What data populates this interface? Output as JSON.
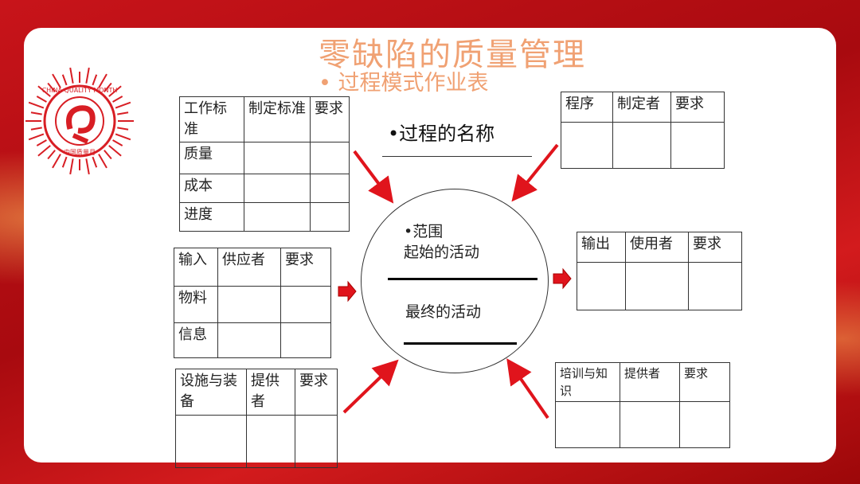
{
  "title": "零缺陷的质量管理",
  "subtitle": "• 过程模式作业表",
  "logo": {
    "text": "CHINA QUALITY MONTH",
    "cn_text": "中国质量月"
  },
  "process": {
    "name": "•过程的名称",
    "scope": "•范围",
    "start_activity": "起始的活动",
    "end_activity": "最终的活动"
  },
  "tables": {
    "work_standard": {
      "header": [
        "工作标准",
        "制定标准",
        "要求"
      ],
      "rows": [
        "质量",
        "成本",
        "进度"
      ]
    },
    "procedure": {
      "header": [
        "程序",
        "制定者",
        "要求"
      ]
    },
    "input": {
      "header": [
        "输入",
        "供应者",
        "要求"
      ],
      "rows": [
        "物料",
        "信息"
      ]
    },
    "output": {
      "header": [
        "输出",
        "使用者",
        "要求"
      ]
    },
    "facilities": {
      "header": [
        "设施与装备",
        "提供者",
        "要求"
      ]
    },
    "training": {
      "header": [
        "培训与知识",
        "提供者",
        "要求"
      ]
    }
  },
  "colors": {
    "title": "#f0a173",
    "arrow": "#e0141c",
    "background": "#b50d12"
  }
}
